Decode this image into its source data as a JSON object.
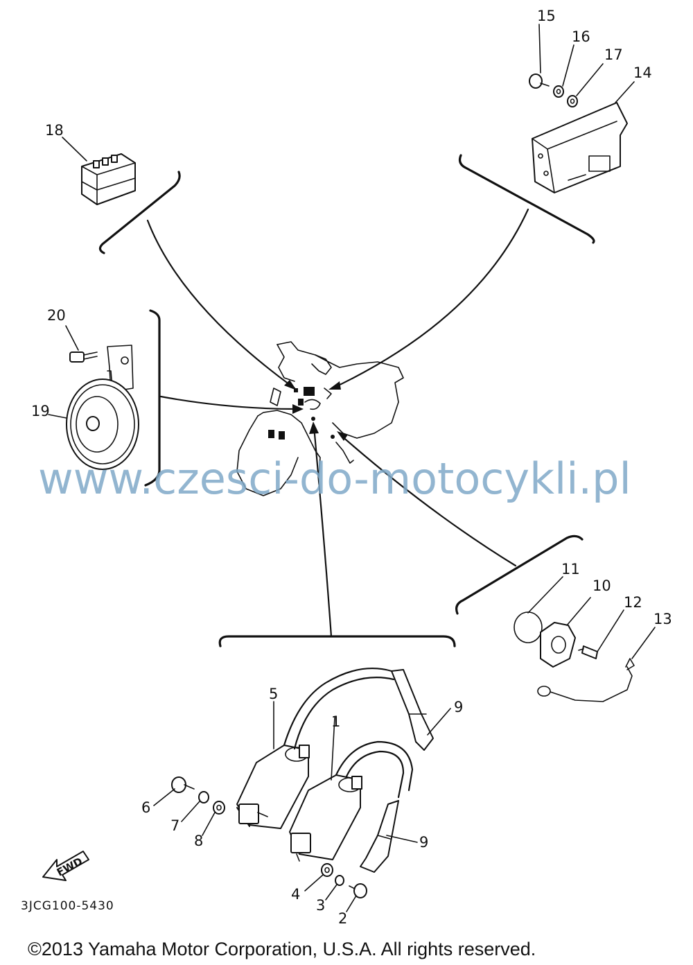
{
  "diagram": {
    "callouts": {
      "c1": "1",
      "c2": "2",
      "c3": "3",
      "c4": "4",
      "c5": "5",
      "c6": "6",
      "c7": "7",
      "c8": "8",
      "c9a": "9",
      "c9b": "9",
      "c10": "10",
      "c11": "11",
      "c12": "12",
      "c13": "13",
      "c14": "14",
      "c15": "15",
      "c16": "16",
      "c17": "17",
      "c18": "18",
      "c19": "19",
      "c20": "20"
    },
    "fwd_label": "FWD",
    "diagram_code": "3JCG100-5430"
  },
  "watermark": "www.czesci-do-motocykli.pl",
  "copyright": "©2013 Yamaha Motor Corporation, U.S.A. All rights reserved."
}
